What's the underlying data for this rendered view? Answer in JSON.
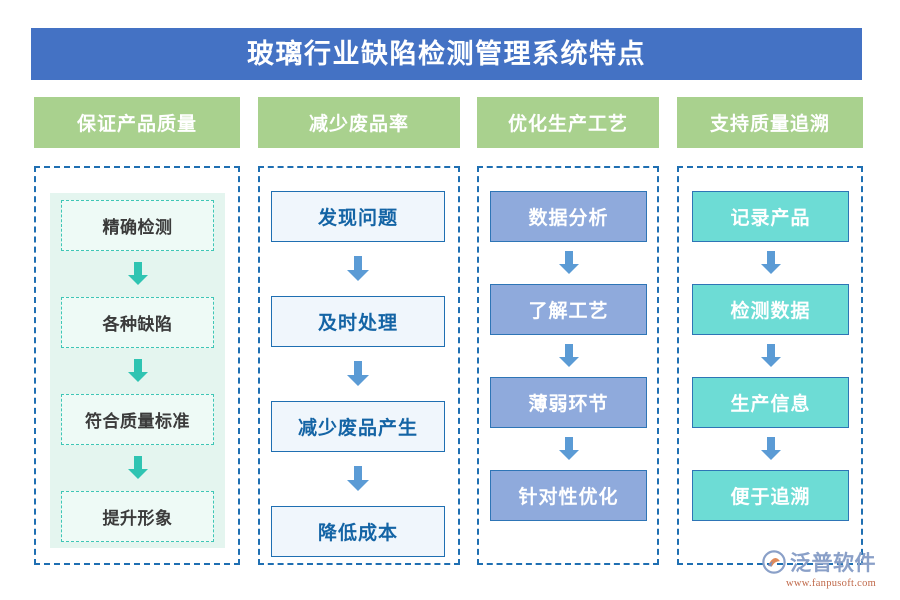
{
  "header": {
    "title": "玻璃行业缺陷检测管理系统特点",
    "bg_color": "#4472c4",
    "text_color": "#ffffff"
  },
  "columns": [
    {
      "header_label": "保证产品质量",
      "header_color": "#a9d18e",
      "panel_color": "#e4f5ef",
      "node_style": "dashed-teal",
      "arrow_color": "#2fc4b2",
      "nodes": [
        "精确检测",
        "各种缺陷",
        "符合质量标准",
        "提升形象"
      ]
    },
    {
      "header_label": "减少废品率",
      "header_color": "#a9d18e",
      "panel_color": "#ffffff",
      "node_style": "outline-blue",
      "arrow_color": "#5b9bd5",
      "nodes": [
        "发现问题",
        "及时处理",
        "减少废品产生",
        "降低成本"
      ]
    },
    {
      "header_label": "优化生产工艺",
      "header_color": "#a9d18e",
      "panel_color": "#ffffff",
      "node_style": "filled-blue",
      "arrow_color": "#5b9bd5",
      "nodes": [
        "数据分析",
        "了解工艺",
        "薄弱环节",
        "针对性优化"
      ]
    },
    {
      "header_label": "支持质量追溯",
      "header_color": "#a9d18e",
      "panel_color": "#ffffff",
      "node_style": "filled-teal",
      "arrow_color": "#5b9bd5",
      "nodes": [
        "记录产品",
        "检测数据",
        "生产信息",
        "便于追溯"
      ]
    }
  ],
  "watermark": {
    "text": "泛普软件"
  },
  "brand": {
    "name": "泛普软件",
    "url": "www.fanpusoft.com",
    "name_color": "#8aa0c8",
    "url_color": "#c0694a"
  },
  "colors": {
    "title_blue": "#4472c4",
    "header_green": "#a9d18e",
    "dashed_blue": "#1f6fb2",
    "mint": "#e4f5ef",
    "teal_arrow": "#2fc4b2",
    "blue_arrow": "#5b9bd5",
    "node_blue_fill": "#8faadc",
    "node_teal_fill": "#6ddcd5"
  }
}
